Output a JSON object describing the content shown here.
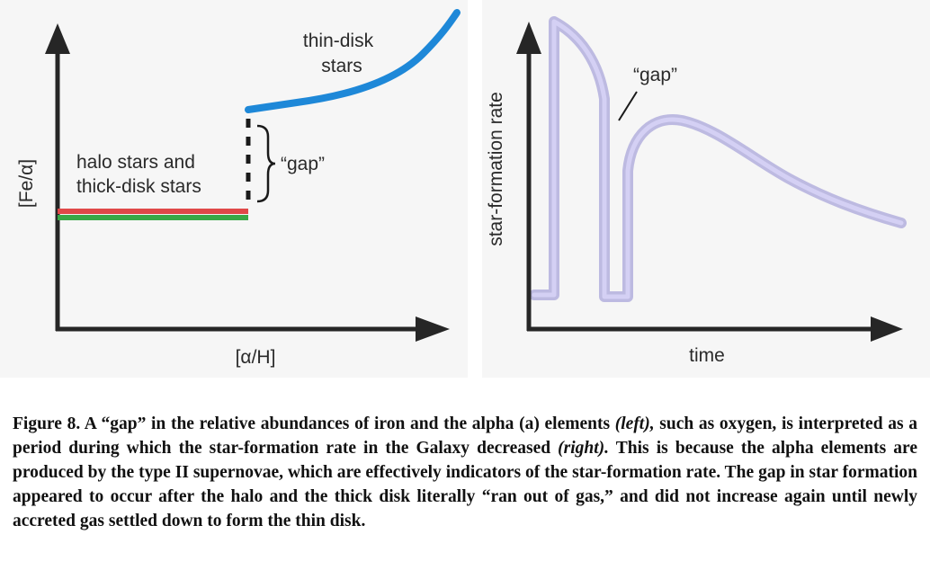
{
  "left_panel": {
    "y_axis_label": "[Fe/α]",
    "x_axis_label": "[α/H]",
    "thin_disk_label_line1": "thin-disk",
    "thin_disk_label_line2": "stars",
    "halo_label_line1": "halo stars and",
    "halo_label_line2": "thick-disk stars",
    "gap_label": "“gap”",
    "colors": {
      "thin_disk": "#1e88d8",
      "halo": "#e04848",
      "thick_disk": "#3aa846",
      "axis": "#262626"
    }
  },
  "right_panel": {
    "y_axis_label": "star-formation rate",
    "x_axis_label": "time",
    "gap_label": "“gap”",
    "colors": {
      "curve_fill": "#c9c4ee",
      "curve_stroke": "#8e88cf",
      "axis": "#262626"
    }
  },
  "caption": {
    "lead": "Figure 8. A “gap” in the relative abundances of iron and the alpha (a) elements ",
    "left_ref": "(left),",
    "mid": " such as oxygen, is interpreted as a period during which the star-formation rate in the Galaxy decreased ",
    "right_ref": "(right).",
    "tail": " This is because the alpha elements are produced by the type II supernovae, which are effectively indicators of the star-formation rate. The gap in star formation appeared to occur after the halo and the thick disk literally “ran out of gas,” and did not increase again until newly accreted gas settled down to form the thin disk."
  }
}
